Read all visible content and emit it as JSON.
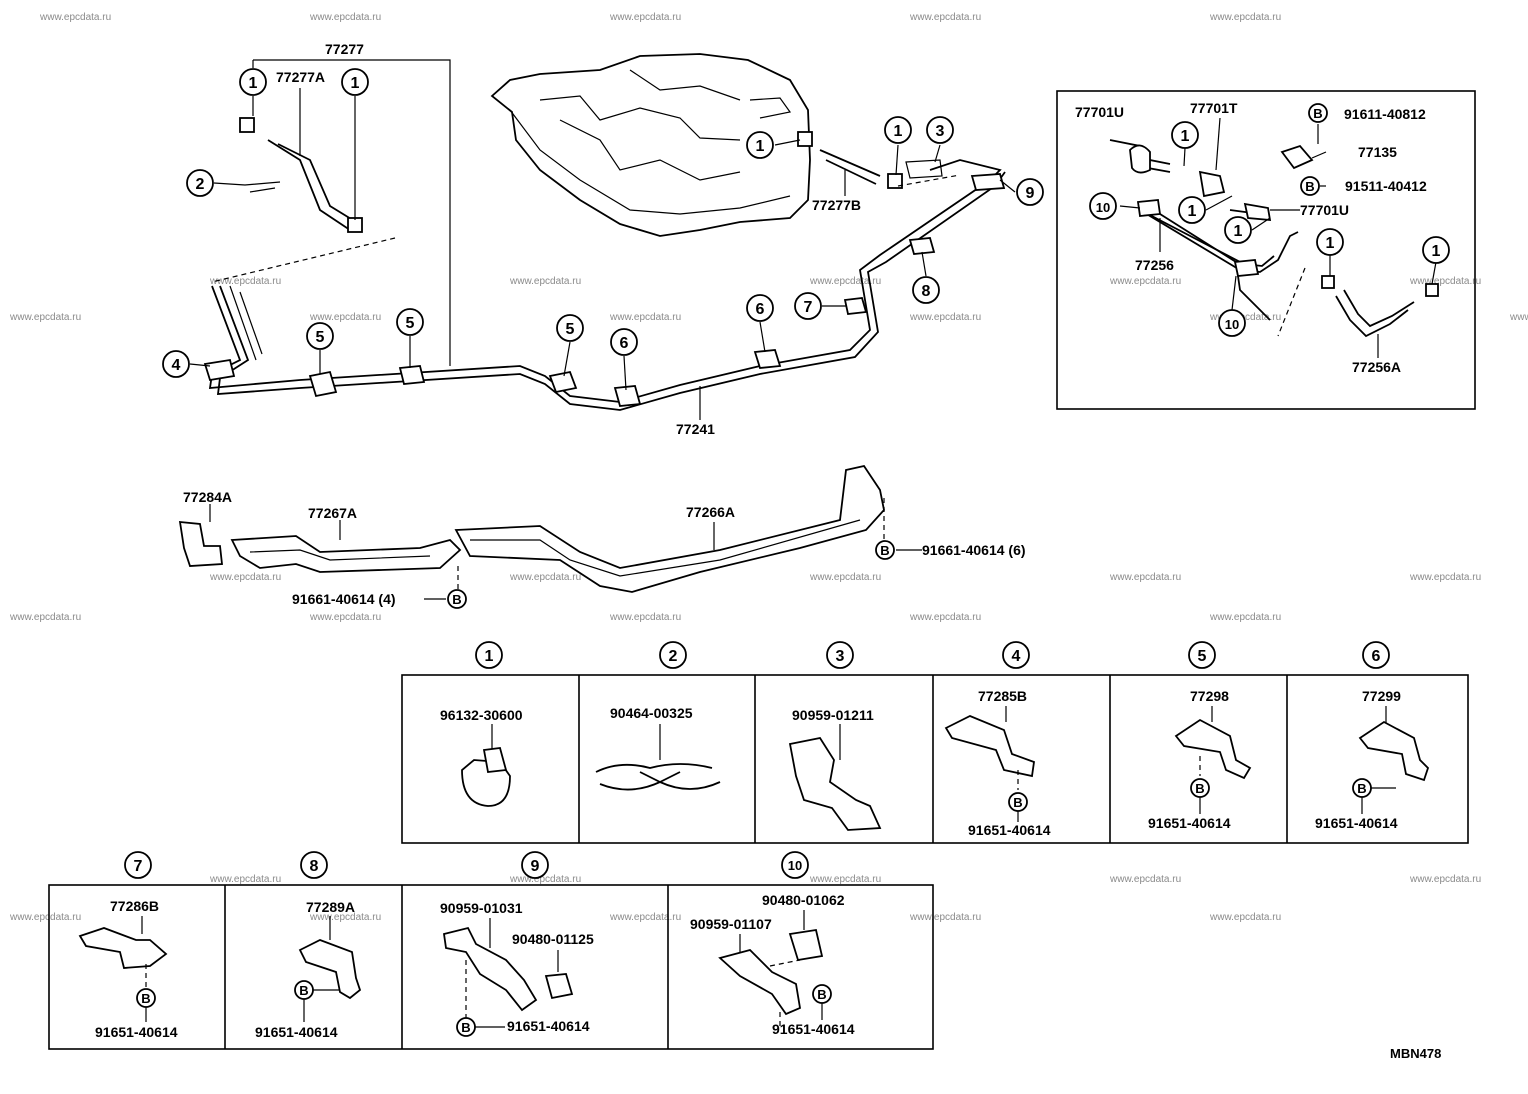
{
  "watermark": "www.epcdata.ru",
  "diagram_code": "MBN478",
  "bolt_letter": "B",
  "callout_numbers": [
    "1",
    "2",
    "3",
    "4",
    "5",
    "6",
    "7",
    "8",
    "9",
    "10"
  ],
  "main": {
    "assy_77277": "77277",
    "hose_77277A": "77277A",
    "hose_77277B": "77277B",
    "tube_77241": "77241",
    "clamp_77284A": "77284A",
    "protector_77267A": "77267A",
    "protector_77266A": "77266A",
    "bolt_front": "91661-40614 (4)",
    "bolt_rear": "91661-40614 (6)"
  },
  "inset": {
    "hose_77701U_a": "77701U",
    "valve_77701T": "77701T",
    "bolt_a": "91611-40812",
    "part_77135": "77135",
    "bolt_b": "91511-40412",
    "hose_77701U_b": "77701U",
    "tube_77256": "77256",
    "hose_77256A": "77256A"
  },
  "detail_boxes": [
    {
      "num": "1",
      "part": "96132-30600"
    },
    {
      "num": "2",
      "part": "90464-00325"
    },
    {
      "num": "3",
      "part": "90959-01211"
    },
    {
      "num": "4",
      "part": "77285B",
      "bolt": "91651-40614"
    },
    {
      "num": "5",
      "part": "77298",
      "bolt": "91651-40614"
    },
    {
      "num": "6",
      "part": "77299",
      "bolt": "91651-40614"
    },
    {
      "num": "7",
      "part": "77286B",
      "bolt": "91651-40614"
    },
    {
      "num": "8",
      "part": "77289A",
      "bolt": "91651-40614"
    },
    {
      "num": "9",
      "part": "90959-01031",
      "part2": "90480-01125",
      "bolt": "91651-40614"
    },
    {
      "num": "10",
      "part": "90959-01107",
      "part2": "90480-01062",
      "bolt": "91651-40614"
    }
  ]
}
